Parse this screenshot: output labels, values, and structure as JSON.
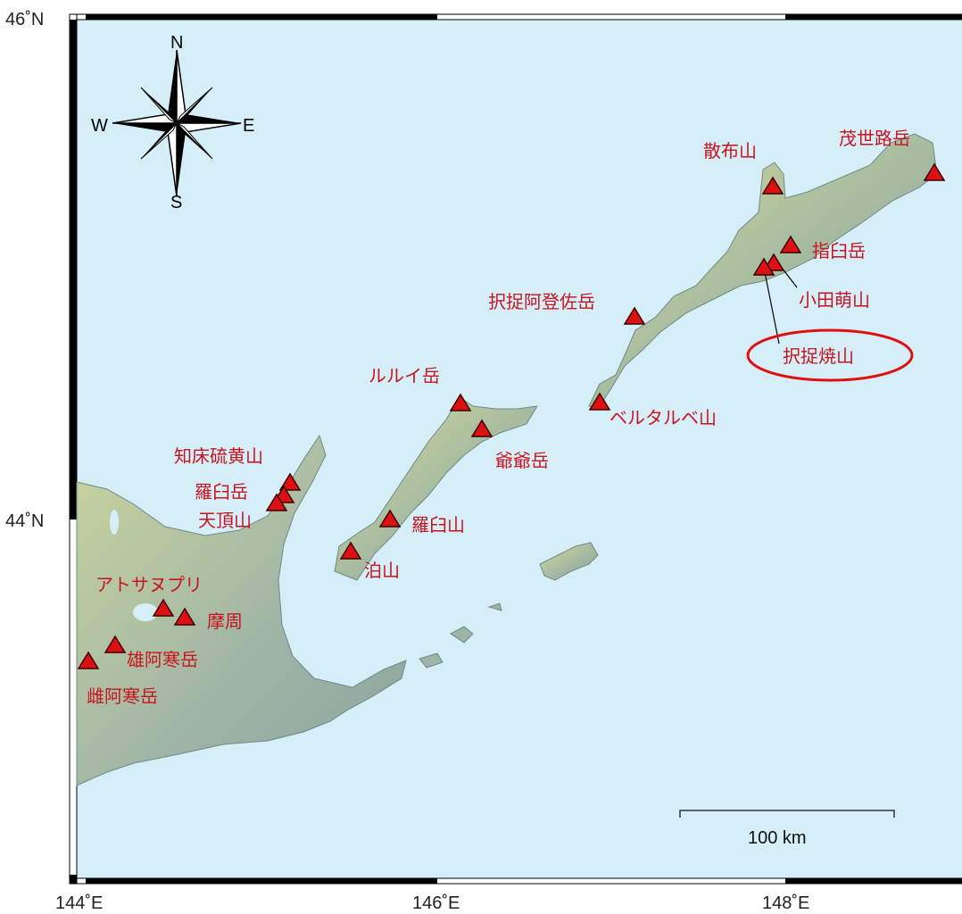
{
  "map": {
    "axes": {
      "lat_top": "46˚N",
      "lat_mid": "44˚N",
      "lon_labels": [
        "144˚E",
        "146˚E",
        "148˚E"
      ]
    },
    "compass": {
      "n": "N",
      "s": "S",
      "e": "E",
      "w": "W"
    },
    "scale_bar": {
      "label": "100 km"
    },
    "volcanoes": [
      "散布山",
      "茂世路岳",
      "指臼岳",
      "小田萌山",
      "択捉阿登佐岳",
      "択捉焼山",
      "ベルタルベ山",
      "ルルイ岳",
      "爺爺岳",
      "知床硫黄山",
      "羅臼岳",
      "天頂山",
      "羅臼山",
      "泊山",
      "アトサヌプリ",
      "摩周",
      "雄阿寒岳",
      "雌阿寒岳"
    ],
    "highlighted_volcano": "択捉焼山",
    "colors": {
      "sea": "#d6eef8",
      "land_low": "#8fa8a0",
      "land_high": "#d9dc9a",
      "marker": "#dd1111",
      "label": "#c8141e",
      "highlight_ellipse": "#e01010"
    }
  }
}
